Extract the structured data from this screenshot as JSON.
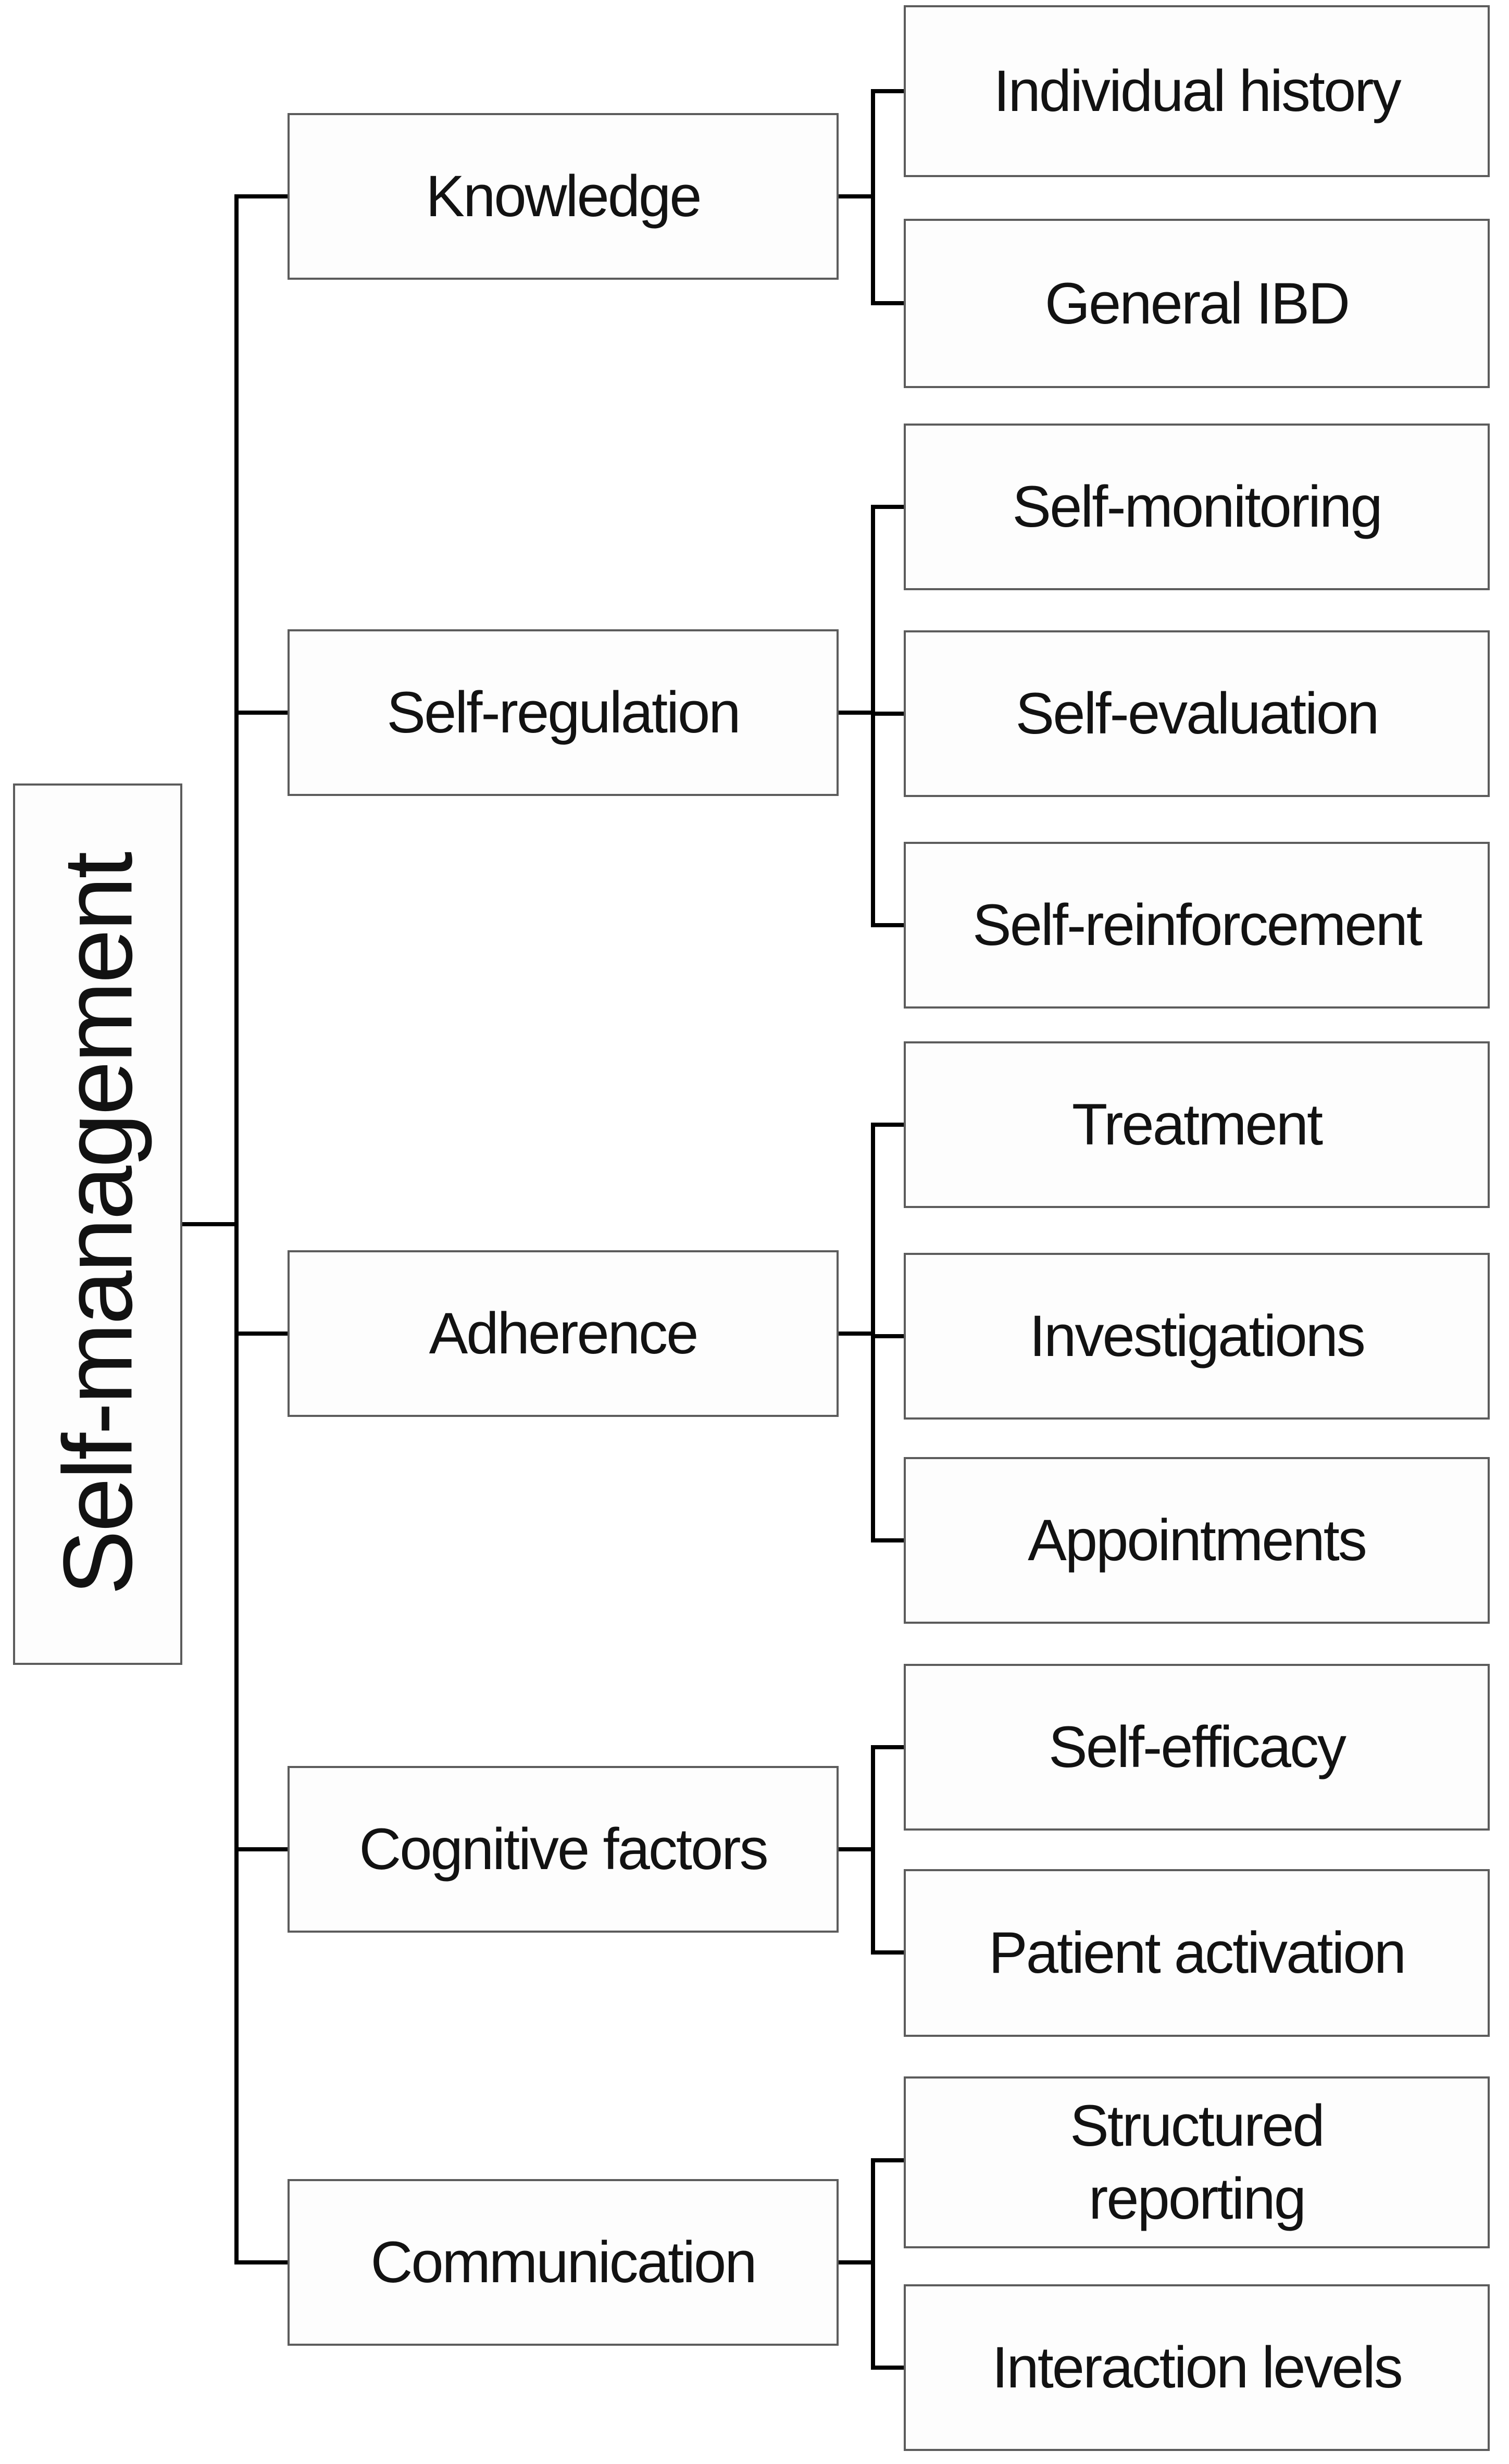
{
  "diagram": {
    "title_hint": "Self-management concept tree",
    "root": {
      "label": "Self-management"
    },
    "branches": [
      {
        "label": "Knowledge",
        "children": [
          {
            "label": "Individual history"
          },
          {
            "label": "General IBD"
          }
        ]
      },
      {
        "label": "Self-regulation",
        "children": [
          {
            "label": "Self-monitoring"
          },
          {
            "label": "Self-evaluation"
          },
          {
            "label": "Self-reinforcement"
          }
        ]
      },
      {
        "label": "Adherence",
        "children": [
          {
            "label": "Treatment"
          },
          {
            "label": "Investigations"
          },
          {
            "label": "Appointments"
          }
        ]
      },
      {
        "label": "Cognitive factors",
        "children": [
          {
            "label": "Self-efficacy"
          },
          {
            "label": "Patient activation"
          }
        ]
      },
      {
        "label": "Communication",
        "children": [
          {
            "label": "Structured reporting"
          },
          {
            "label": "Interaction levels"
          }
        ]
      }
    ],
    "style_tokens": {
      "connector_color": "#000000",
      "box_border_color": "#5c5c5c",
      "text_color": "#121212",
      "background_color": "#ffffff"
    }
  }
}
